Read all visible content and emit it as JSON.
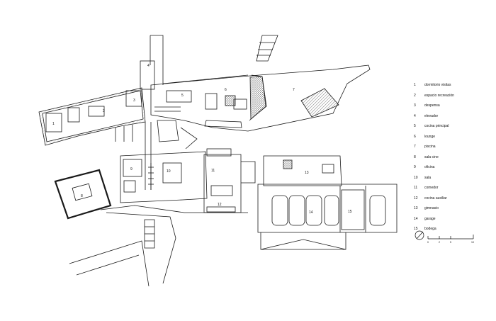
{
  "rooms": [
    {
      "num": "1",
      "label": "dormitorio visitas"
    },
    {
      "num": "2",
      "label": "espacio recreación"
    },
    {
      "num": "3",
      "label": "despensa"
    },
    {
      "num": "4",
      "label": "elevador"
    },
    {
      "num": "5",
      "label": "cocina principal"
    },
    {
      "num": "6",
      "label": "lounge"
    },
    {
      "num": "7",
      "label": "piscina"
    },
    {
      "num": "8",
      "label": "sala cine"
    },
    {
      "num": "9",
      "label": "oficina"
    },
    {
      "num": "10",
      "label": "sala"
    },
    {
      "num": "11",
      "label": "comedor"
    },
    {
      "num": "12",
      "label": "cocina auxiliar"
    },
    {
      "num": "13",
      "label": "gimnasio"
    },
    {
      "num": "14",
      "label": "garage"
    },
    {
      "num": "15",
      "label": "bodega"
    }
  ],
  "scale_bar": {
    "labels": [
      "0",
      "2",
      "5",
      "10"
    ]
  },
  "colors": {
    "line": "#1a1a1a",
    "hatch": "#555555",
    "fill_dark": "#222222"
  },
  "icons": {
    "north_arrow": "north-arrow-icon"
  }
}
